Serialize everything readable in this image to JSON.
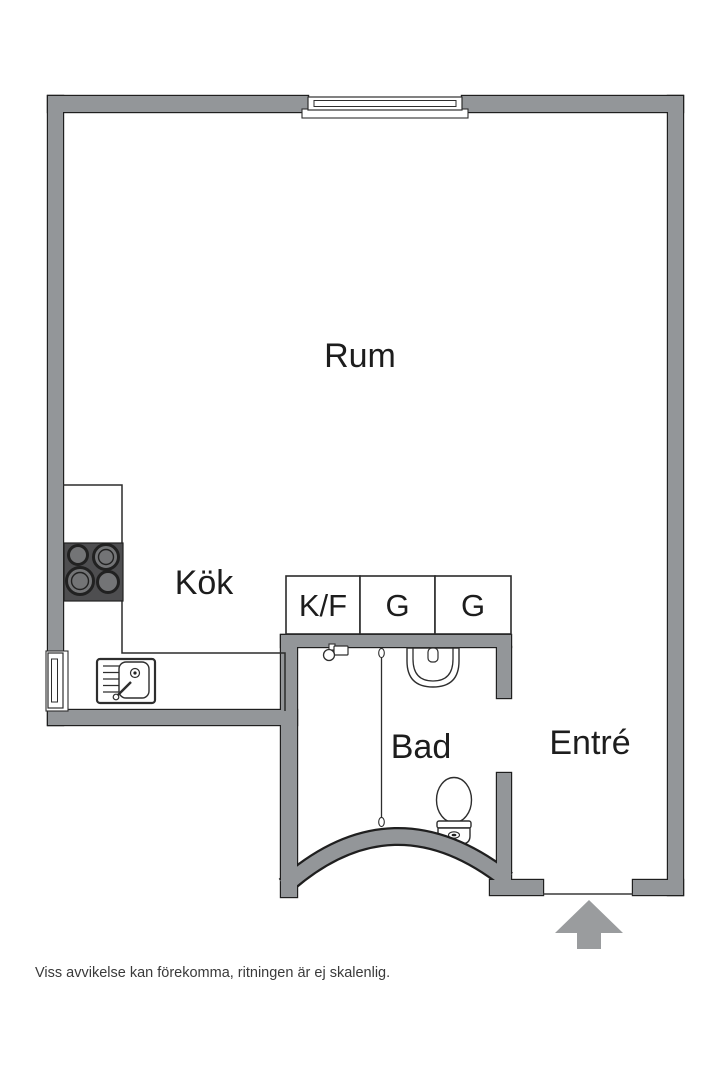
{
  "rooms": [
    {
      "id": "rum",
      "label": "Rum"
    },
    {
      "id": "kok",
      "label": "Kök"
    },
    {
      "id": "bad",
      "label": "Bad"
    },
    {
      "id": "entre",
      "label": "Entré"
    }
  ],
  "closets": [
    {
      "id": "kf",
      "label": "K/F"
    },
    {
      "id": "g1",
      "label": "G"
    },
    {
      "id": "g2",
      "label": "G"
    }
  ],
  "disclaimer": "Viss avvikelse kan förekomma, ritningen är ej skalenlig.",
  "icons": {
    "entrance_arrow": "arrow-up",
    "fixtures": [
      "stove-4-burners",
      "kitchen-sink",
      "bathroom-sink",
      "toilet",
      "shower-curtain",
      "washer-tap",
      "window-top",
      "window-left"
    ]
  },
  "colors": {
    "wall": "#939699",
    "outline": "#1f1f1f",
    "arrow": "#9a9c9e",
    "text": "#1d1d1d",
    "background": "#ffffff",
    "stove": "#4e4e50",
    "burner": "#737476"
  }
}
